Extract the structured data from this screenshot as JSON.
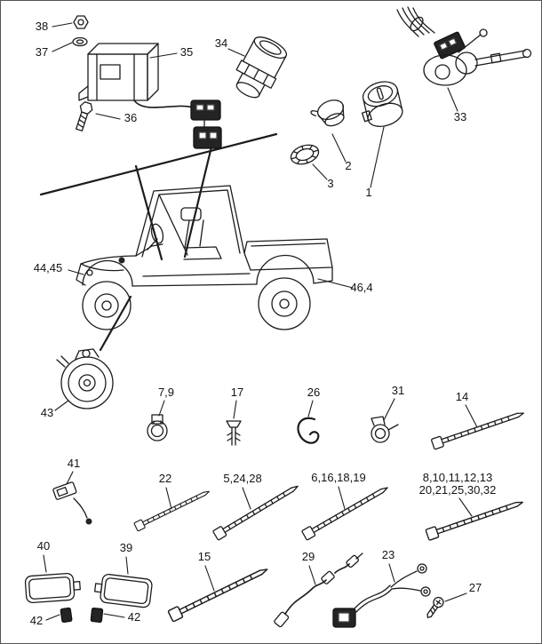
{
  "figure": {
    "type": "exploded-parts-diagram",
    "subject": "utility-vehicle-electrical-components",
    "background": "#ffffff",
    "line_color": "#1c1c1c"
  },
  "callouts": [
    {
      "id": "38",
      "label": "38",
      "part": "nut"
    },
    {
      "id": "37",
      "label": "37",
      "part": "washer"
    },
    {
      "id": "35",
      "label": "35",
      "part": "relay-assembly"
    },
    {
      "id": "36",
      "label": "36",
      "part": "bolt"
    },
    {
      "id": "34",
      "label": "34",
      "part": "sensor-switch"
    },
    {
      "id": "33",
      "label": "33",
      "part": "handlebar-switch-assembly"
    },
    {
      "id": "2",
      "label": "2",
      "part": "switch-cap"
    },
    {
      "id": "3",
      "label": "3",
      "part": "ring"
    },
    {
      "id": "1",
      "label": "1",
      "part": "key-switch"
    },
    {
      "id": "44,45",
      "label": "44,45",
      "part": "front-mounted-component"
    },
    {
      "id": "46,4",
      "label": "46,4",
      "part": "rear-mounted-component"
    },
    {
      "id": "43",
      "label": "43",
      "part": "horn"
    },
    {
      "id": "7,9",
      "label": "7,9",
      "part": "band-clamp"
    },
    {
      "id": "17",
      "label": "17",
      "part": "push-clip"
    },
    {
      "id": "26",
      "label": "26",
      "part": "hook-clip"
    },
    {
      "id": "31",
      "label": "31",
      "part": "wire-clamp"
    },
    {
      "id": "14",
      "label": "14",
      "part": "cable-tie"
    },
    {
      "id": "41",
      "label": "41",
      "part": "lead-with-terminal"
    },
    {
      "id": "22",
      "label": "22",
      "part": "cable-tie"
    },
    {
      "id": "5,24,28",
      "label": "5,24,28",
      "part": "cable-tie"
    },
    {
      "id": "6,16,18,19",
      "label": "6,16,18,19",
      "part": "cable-tie"
    },
    {
      "id": "8,10,11,12,13",
      "label": "8,10,11,12,13",
      "part": "cable-tie"
    },
    {
      "id": "20,21,25,30,32",
      "label": "20,21,25,30,32",
      "part": "cable-tie"
    },
    {
      "id": "40",
      "label": "40",
      "part": "reflector"
    },
    {
      "id": "39",
      "label": "39",
      "part": "reflector"
    },
    {
      "id": "42a",
      "label": "42",
      "part": "retaining-clip"
    },
    {
      "id": "42b",
      "label": "42",
      "part": "retaining-clip"
    },
    {
      "id": "15",
      "label": "15",
      "part": "cable-tie"
    },
    {
      "id": "29",
      "label": "29",
      "part": "cable"
    },
    {
      "id": "23",
      "label": "23",
      "part": "lead-wire-with-terminals"
    },
    {
      "id": "27",
      "label": "27",
      "part": "screw"
    }
  ]
}
